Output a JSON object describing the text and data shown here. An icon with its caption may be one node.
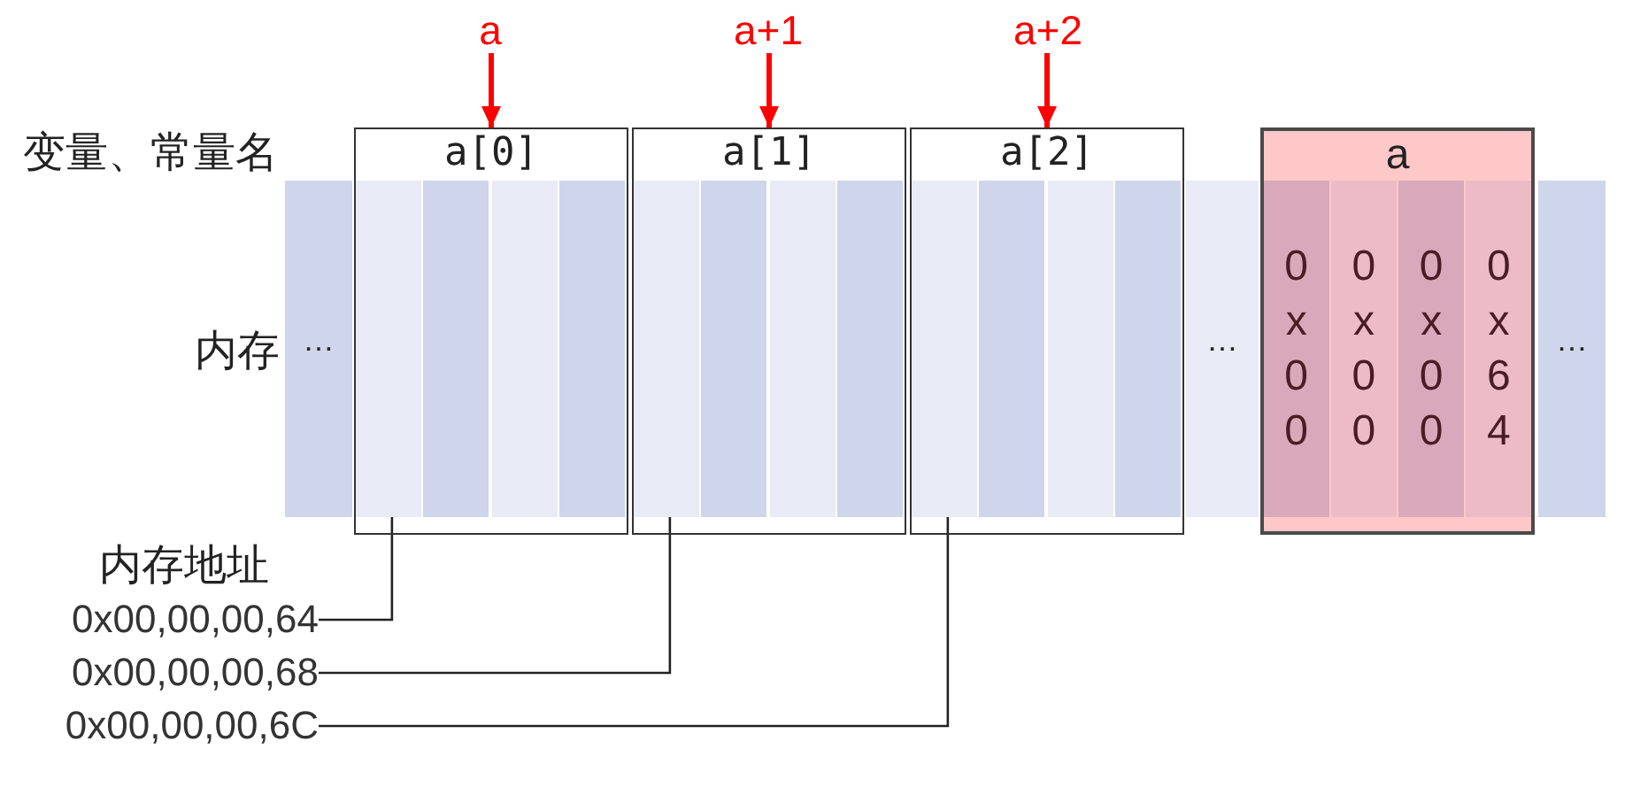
{
  "diagram": {
    "nodes": [
      {
        "text": [
          "a"
        ]
      },
      {
        "text": [
          "a+1"
        ]
      },
      {
        "text": [
          "a+2"
        ]
      },
      {
        "text": [
          "…"
        ]
      },
      {
        "text": [
          "a[0]"
        ]
      },
      {
        "text": [],
        "shape": "box",
        "in": 4
      },
      {
        "text": [],
        "shape": "box",
        "in": 4
      },
      {
        "text": [],
        "shape": "box",
        "in": 4
      },
      {
        "text": [],
        "shape": "box",
        "in": 4
      },
      {
        "text": [
          "a[1]"
        ]
      },
      {
        "text": [],
        "shape": "box",
        "in": 9
      },
      {
        "text": [],
        "shape": "box",
        "in": 9
      },
      {
        "text": [],
        "shape": "box",
        "in": 9
      },
      {
        "text": [],
        "shape": "box",
        "in": 9
      },
      {
        "text": [
          "a[2]"
        ]
      },
      {
        "text": [],
        "shape": "box",
        "in": 14
      },
      {
        "text": [],
        "shape": "box",
        "in": 14
      },
      {
        "text": [],
        "shape": "box",
        "in": 14
      },
      {
        "text": [],
        "shape": "box",
        "in": 14
      },
      {
        "text": [
          "…"
        ]
      },
      {
        "text": [
          "a"
        ]
      },
      {
        "text": [
          "0x00"
        ],
        "in": 20
      },
      {
        "text": [
          "0x00"
        ],
        "in": 20
      },
      {
        "text": [
          "0x00"
        ],
        "in": 20
      },
      {
        "text": [
          "0x64"
        ],
        "in": 20
      },
      {
        "text": [
          "…"
        ]
      },
      {
        "text": [
          "0x00,00,00,64"
        ]
      },
      {
        "text": [
          "0x00,00,00,68"
        ]
      },
      {
        "text": [
          "0x00,00,00,6C"
        ]
      }
    ],
    "edges": [
      {
        "from": 0,
        "to": 4,
        "arrow": "to",
        "style": "thick",
        "color": "#ff0000"
      },
      {
        "from": 1,
        "to": 9,
        "arrow": "to",
        "style": "thick",
        "color": "#ff0000"
      },
      {
        "from": 2,
        "to": 14,
        "arrow": "to",
        "style": "thick",
        "color": "#ff0000"
      },
      {
        "from": 26,
        "to": 5,
        "arrow": "none",
        "color": "#222222"
      },
      {
        "from": 27,
        "to": 10,
        "arrow": "none",
        "color": "#222222"
      },
      {
        "from": 28,
        "to": 15,
        "arrow": "none",
        "color": "#222222"
      }
    ],
    "labels": [
      "变量、常量名",
      "内存",
      "内存地址"
    ]
  }
}
